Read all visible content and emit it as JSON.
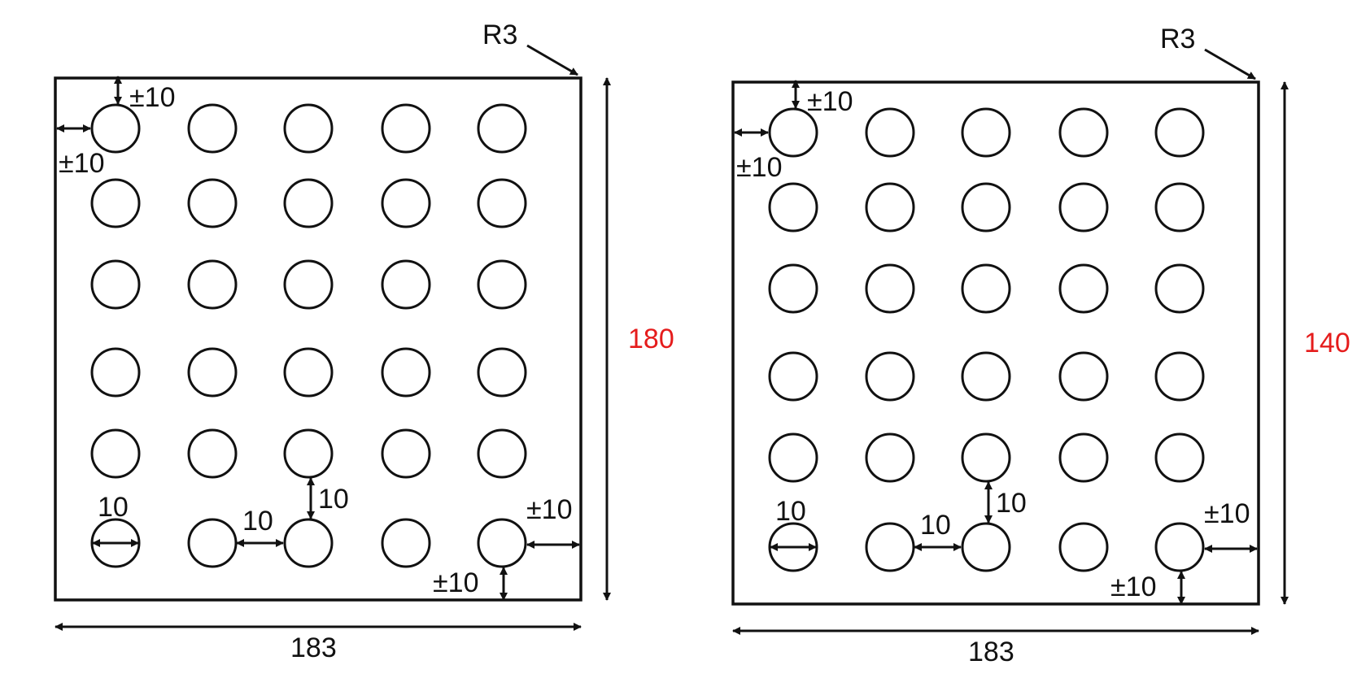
{
  "panels": [
    {
      "corner_radius_label": "R3",
      "height_label": "180",
      "width_label": "183",
      "top_offset_label": "±10",
      "left_offset_label": "±10",
      "diameter_label": "10",
      "spacing_h_label": "10",
      "spacing_v_label": "10",
      "right_offset_label": "±10",
      "bottom_offset_label": "±10"
    },
    {
      "corner_radius_label": "R3",
      "height_label": "140",
      "width_label": "183",
      "top_offset_label": "±10",
      "left_offset_label": "±10",
      "diameter_label": "10",
      "spacing_h_label": "10",
      "spacing_v_label": "10",
      "right_offset_label": "±10",
      "bottom_offset_label": "±10"
    }
  ],
  "colors": {
    "line": "#111111",
    "highlight": "#e51c1c",
    "background": "#ffffff"
  }
}
